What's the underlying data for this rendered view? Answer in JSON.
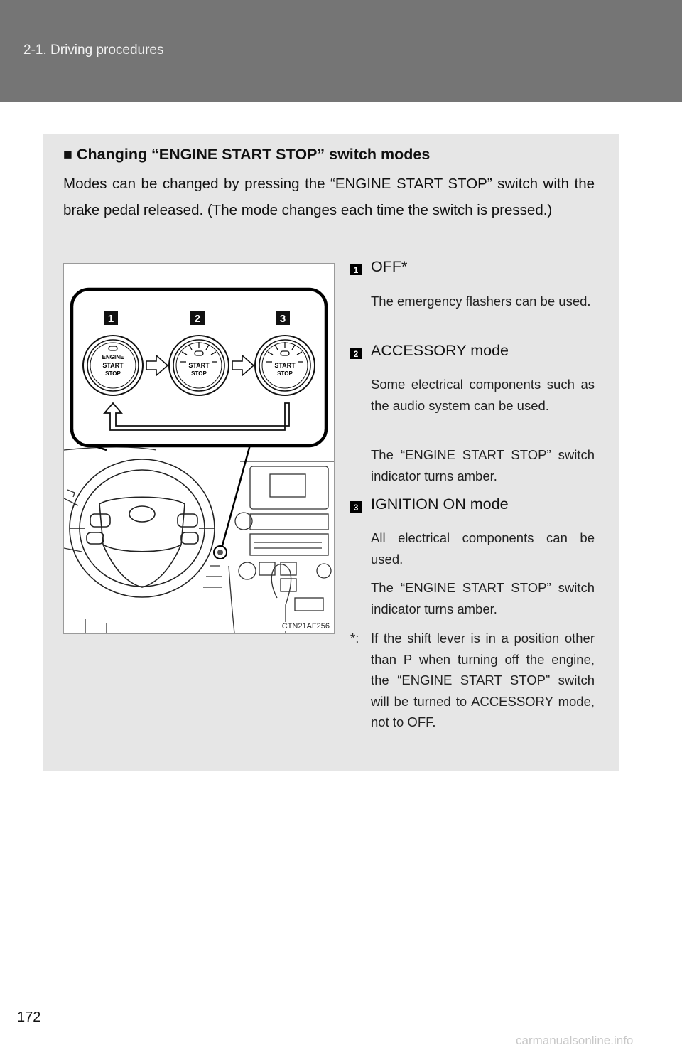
{
  "header": {
    "section": "2-1. Driving procedures"
  },
  "section": {
    "title": "■ Changing “ENGINE START STOP” switch modes",
    "intro": "Modes can be changed by pressing the “ENGINE START STOP” switch with the brake pedal released. (The mode changes each time the switch is pressed.)"
  },
  "figure": {
    "code": "CTN21AF256",
    "step_labels": [
      "1",
      "2",
      "3"
    ],
    "button_text": {
      "line1": "ENGINE",
      "line2": "START",
      "line3": "STOP"
    }
  },
  "modes": [
    {
      "number": "1",
      "title": "OFF*",
      "descriptions": [
        "The emergency flashers can be used."
      ]
    },
    {
      "number": "2",
      "title": "ACCESSORY mode",
      "descriptions": [
        "Some electrical components such as the audio system can be used.",
        "The “ENGINE START STOP” switch indicator turns amber."
      ]
    },
    {
      "number": "3",
      "title": "IGNITION ON mode",
      "descriptions": [
        "All electrical components can be used.",
        "The “ENGINE START STOP” switch indicator turns amber."
      ]
    }
  ],
  "footnote": {
    "mark": "*:",
    "text": "If the shift lever is in a position other than P when turning off the engine, the “ENGINE START STOP” switch will be turned to ACCESSORY mode, not to OFF."
  },
  "page_number": "172",
  "watermark": "carmanualsonline.info"
}
